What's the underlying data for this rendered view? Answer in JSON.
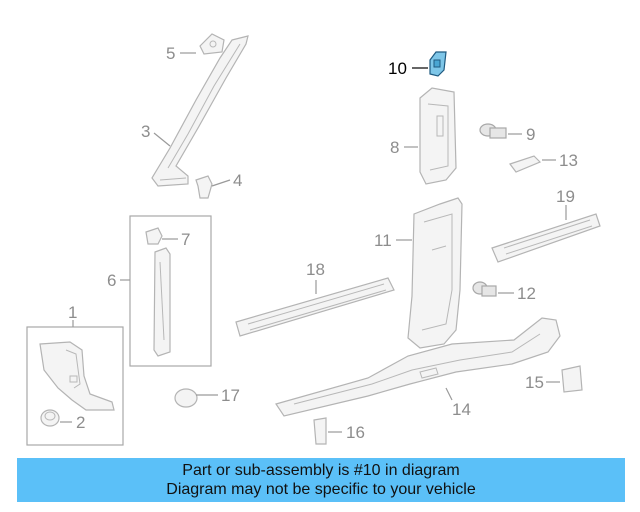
{
  "diagram": {
    "highlight_color": "#7ec6e8",
    "banner_color": "#5bc0f8",
    "callouts": [
      {
        "id": "c1",
        "label": "1"
      },
      {
        "id": "c2",
        "label": "2"
      },
      {
        "id": "c3",
        "label": "3"
      },
      {
        "id": "c4",
        "label": "4"
      },
      {
        "id": "c5",
        "label": "5"
      },
      {
        "id": "c6",
        "label": "6"
      },
      {
        "id": "c7",
        "label": "7"
      },
      {
        "id": "c8",
        "label": "8"
      },
      {
        "id": "c9",
        "label": "9"
      },
      {
        "id": "c10",
        "label": "10"
      },
      {
        "id": "c11",
        "label": "11"
      },
      {
        "id": "c12",
        "label": "12"
      },
      {
        "id": "c13",
        "label": "13"
      },
      {
        "id": "c14",
        "label": "14"
      },
      {
        "id": "c15",
        "label": "15"
      },
      {
        "id": "c16",
        "label": "16"
      },
      {
        "id": "c17",
        "label": "17"
      },
      {
        "id": "c18",
        "label": "18"
      },
      {
        "id": "c19",
        "label": "19"
      }
    ]
  },
  "banner": {
    "line1": "Part or sub-assembly is #10 in diagram",
    "line2": "Diagram may not be specific to your vehicle"
  }
}
